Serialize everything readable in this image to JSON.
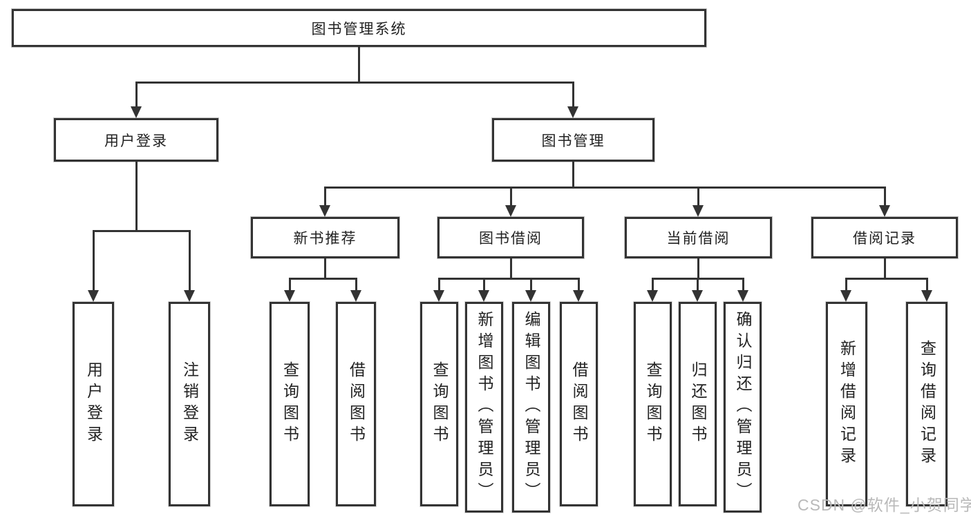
{
  "watermark": {
    "text": "CSDN @软件_小贺同学"
  },
  "colors": {
    "line": "#333333",
    "text": "#222222",
    "watermark": "#b9b9b9",
    "background": "#ffffff"
  },
  "nodes": {
    "root": "图书管理系统",
    "l2": [
      {
        "label": "用户登录"
      },
      {
        "label": "图书管理"
      }
    ],
    "l3": [
      {
        "label": "新书推荐"
      },
      {
        "label": "图书借阅"
      },
      {
        "label": "当前借阅"
      },
      {
        "label": "借阅记录"
      }
    ],
    "leaves": {
      "login": [
        "用户登录",
        "注销登录"
      ],
      "recommend": [
        "查询图书",
        "借阅图书"
      ],
      "borrow": [
        "查询图书",
        "新增图书（管理员）",
        "编辑图书（管理员）",
        "借阅图书"
      ],
      "current": [
        "查询图书",
        "归还图书",
        "确认归还（管理员）"
      ],
      "records": [
        "新增借阅记录",
        "查询借阅记录"
      ]
    }
  }
}
